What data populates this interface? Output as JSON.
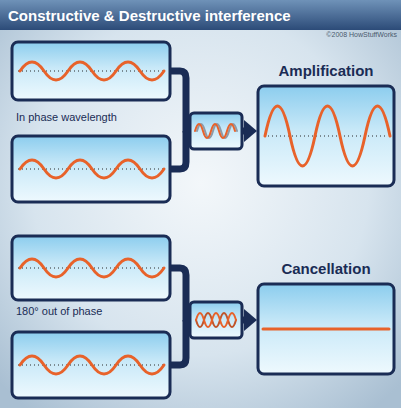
{
  "diagram": {
    "title": "Constructive & Destructive interference",
    "nodes": [
      {
        "text": [
          "Amplification"
        ]
      },
      {
        "text": [
          "Cancellation"
        ]
      }
    ],
    "labels": [
      "©2008 HowStuffWorks",
      "In phase wavelength",
      "180° out of phase"
    ]
  }
}
